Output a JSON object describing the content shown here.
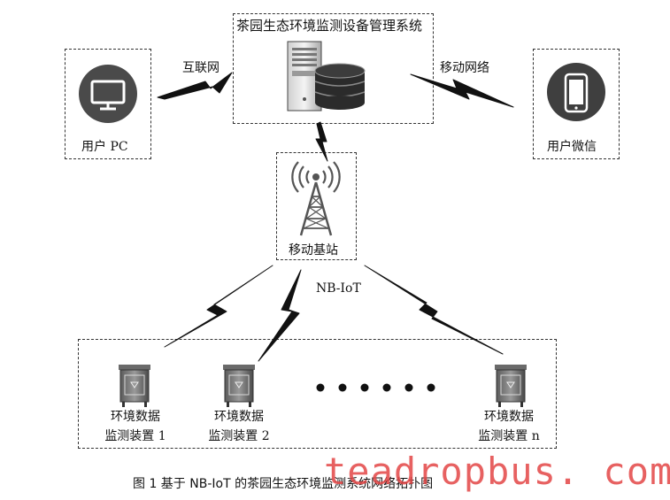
{
  "nodes": {
    "system": {
      "label": "茶园生态环境监测设备管理系统"
    },
    "pc": {
      "label": "用户 PC"
    },
    "wechat": {
      "label": "用户微信"
    },
    "station": {
      "label": "移动基站"
    },
    "devices": [
      {
        "line1": "环境数据",
        "line2": "监测装置 1"
      },
      {
        "line1": "环境数据",
        "line2": "监测装置 2"
      },
      {
        "line1": "环境数据",
        "line2": "监测装置 n"
      }
    ]
  },
  "links": {
    "internet": "互联网",
    "mobile_network": "移动网络",
    "nbiot": "NB-IoT"
  },
  "caption": "图 1  基于 NB-IoT 的茶园生态环境监测系统网络拓扑图",
  "watermark": "teadropbus. com",
  "colors": {
    "dark": "#1a1a1a",
    "watermark": "#e34646"
  }
}
